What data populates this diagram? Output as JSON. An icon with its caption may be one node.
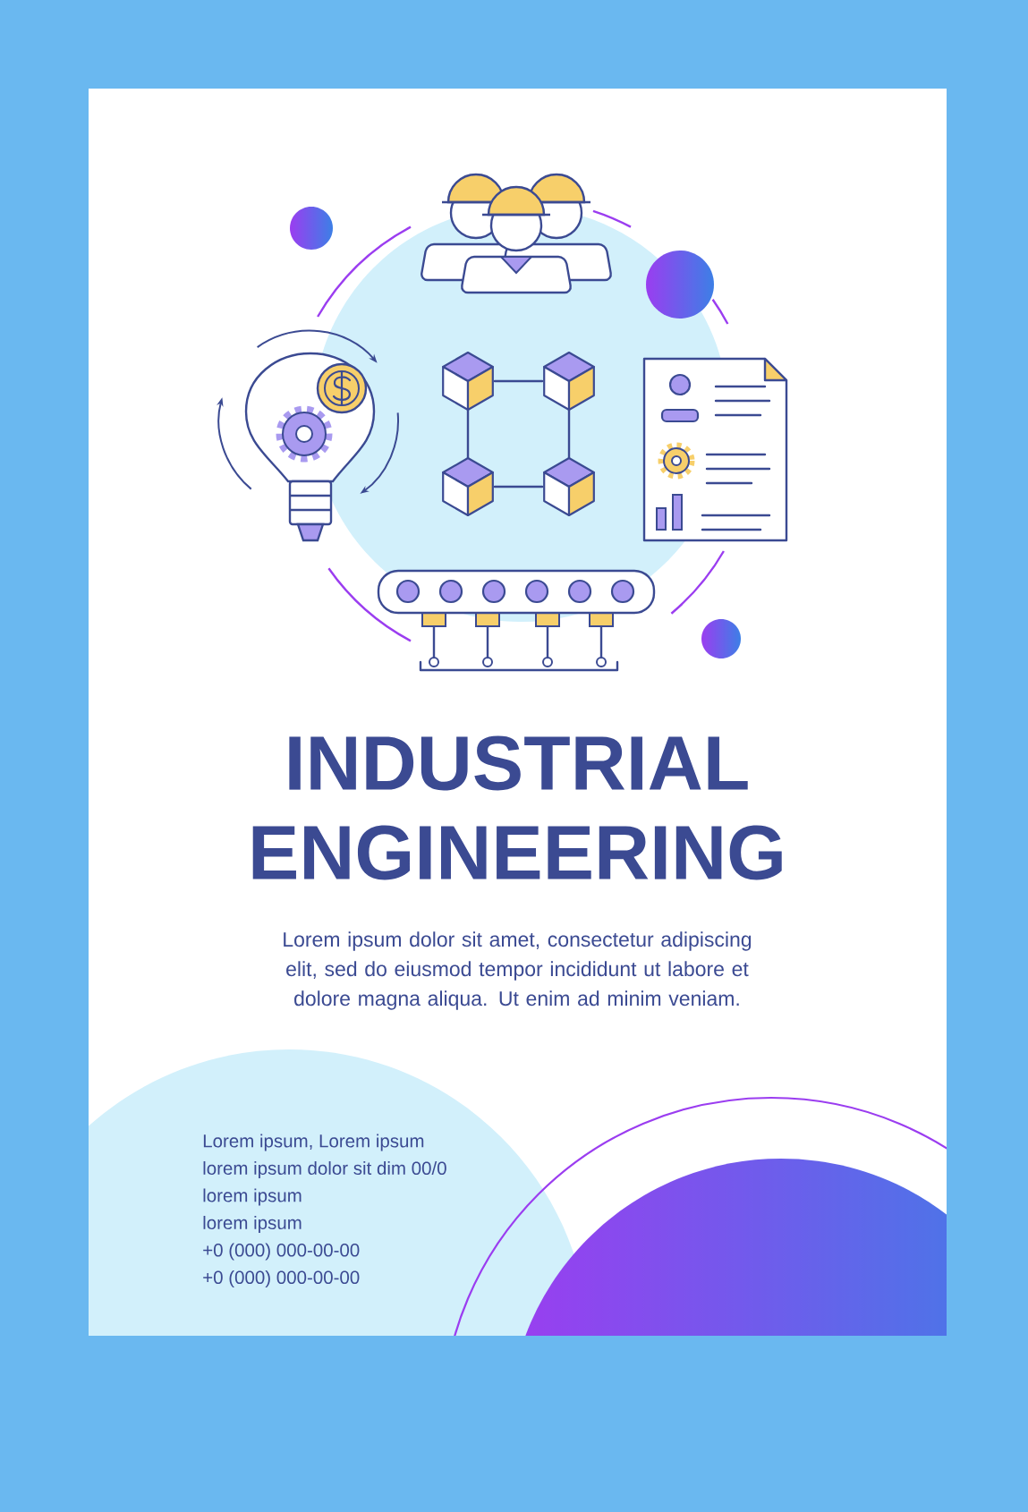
{
  "diagram": {
    "title": "INDUSTRIAL ENGINEERING",
    "labels": [
      "Lorem ipsum dolor sit amet, consectetur adipiscing elit, sed do eiusmod tempor incididunt ut labore et dolore magna aliqua. Ut enim ad minim veniam.",
      "Lorem ipsum, Lorem ipsum",
      "lorem ipsum dolor sit dim 00/0",
      "lorem ipsum",
      "lorem ipsum",
      "+0 (000) 000-00-00",
      "+0 (000) 000-00-00"
    ]
  }
}
